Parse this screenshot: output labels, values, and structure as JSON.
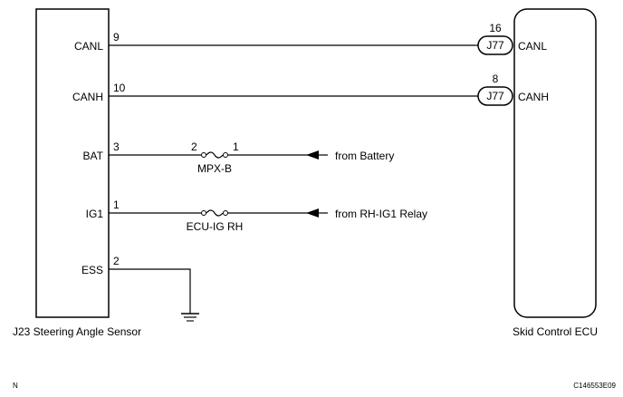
{
  "left_component": {
    "name": "J23 Steering Angle Sensor",
    "pins": [
      {
        "label": "CANL",
        "number": "9"
      },
      {
        "label": "CANH",
        "number": "10"
      },
      {
        "label": "BAT",
        "number": "3"
      },
      {
        "label": "IG1",
        "number": "1"
      },
      {
        "label": "ESS",
        "number": "2"
      }
    ]
  },
  "right_component": {
    "name": "Skid Control ECU",
    "pins": [
      {
        "label": "CANL",
        "number": "16",
        "connector": "J77"
      },
      {
        "label": "CANH",
        "number": "8",
        "connector": "J77"
      }
    ]
  },
  "fuses": [
    {
      "name": "MPX-B",
      "pin_left": "2",
      "pin_right": "1",
      "source": "from Battery"
    },
    {
      "name": "ECU-IG RH",
      "source": "from RH-IG1 Relay"
    }
  ],
  "footer": {
    "left": "N",
    "right": "C146553E09"
  }
}
